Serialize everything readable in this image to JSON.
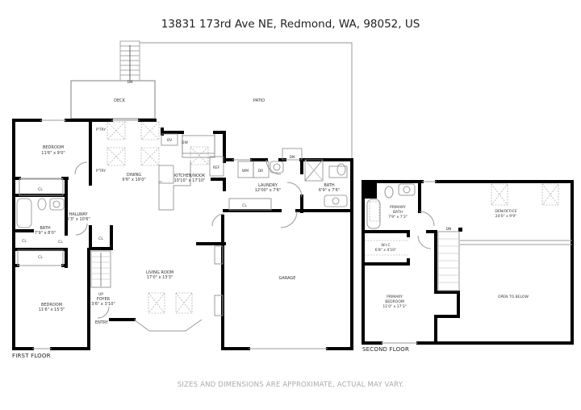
{
  "header": {
    "address": "13831 173rd Ave NE, Redmond, WA, 98052, US"
  },
  "footer": {
    "disclaimer": "SIZES AND DIMENSIONS ARE APPROXIMATE, ACTUAL MAY VARY."
  },
  "floors": [
    {
      "label": "FIRST FLOOR"
    },
    {
      "label": "SECOND FLOOR"
    }
  ],
  "first_floor": {
    "deck": {
      "name": "DECK",
      "stairs": "DN"
    },
    "patio": {
      "name": "PATIO"
    },
    "bedroom_1": {
      "name": "BEDROOM",
      "dims": "11'6\" x 9'0\""
    },
    "bedroom_2": {
      "name": "BEDROOM",
      "dims": "11'6\" x 15'3\""
    },
    "hallway": {
      "name": "HALLWAY",
      "dims": "3'3\" x 10'6\""
    },
    "bath_1": {
      "name": "BATH",
      "dims": "7'9\" x 8'0\""
    },
    "bath_2": {
      "name": "BATH",
      "dims": "6'9\" x 7'6\""
    },
    "dining": {
      "name": "DINING",
      "dims": "9'6\" x 19'0\""
    },
    "kitchen": {
      "name": "KITCHEN/NOOK",
      "dims": "10'10\" x 17'10\""
    },
    "laundry": {
      "name": "LAUNDRY",
      "dims": "12'00\" x 7'6\""
    },
    "living": {
      "name": "LIVING ROOM",
      "dims": "17'0\" x 13'3\""
    },
    "foyer": {
      "name": "FOYER",
      "dims": "3'6\" x 3'10\"",
      "stairs": "UP"
    },
    "entry": {
      "name": "ENTRY"
    },
    "garage": {
      "name": "GARAGE"
    },
    "fixtures": {
      "pantry": "P'TRY",
      "closet": "CL",
      "oven": "OV",
      "dishwasher": "DW",
      "fridge": "REF",
      "washer": "WM",
      "dryer": "DR",
      "down": "DN"
    }
  },
  "second_floor": {
    "primary_bath": {
      "name": "PRIMARY BATH",
      "line1": "PRIMARY",
      "line2": "BATH",
      "dims": "7'9\" x 7'3\""
    },
    "wic": {
      "name": "W.I.C",
      "dims": "6'8\" x 4'10\""
    },
    "primary_bedroom": {
      "line1": "PRIMARY",
      "line2": "BEDROOM",
      "dims": "11'0\" x 17'3\""
    },
    "den": {
      "name": "DEN/OFFICE",
      "dims": "24'0\" x 9'9\""
    },
    "open": {
      "name": "OPEN TO BELOW"
    },
    "stairs": "DN"
  }
}
